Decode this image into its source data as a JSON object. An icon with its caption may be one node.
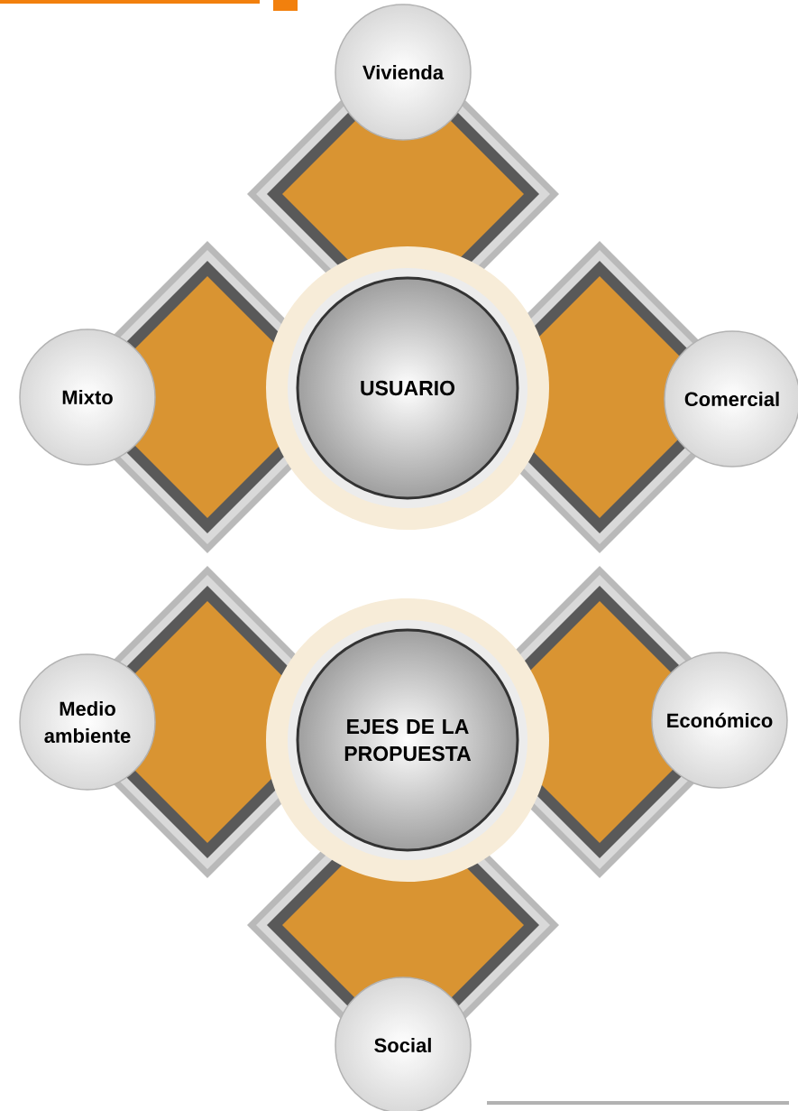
{
  "diagram": {
    "nodes": [
      {
        "text": [
          "Vivienda"
        ]
      },
      {
        "text": [
          "Mixto"
        ]
      },
      {
        "text": [
          "USUARIO"
        ]
      },
      {
        "text": [
          "Comercial"
        ]
      },
      {
        "text": [
          "Medio ambiente"
        ]
      },
      {
        "text": [
          "EJES DE LA PROPUESTA"
        ]
      },
      {
        "text": [
          "Económico"
        ]
      },
      {
        "text": [
          "Social"
        ]
      }
    ]
  }
}
